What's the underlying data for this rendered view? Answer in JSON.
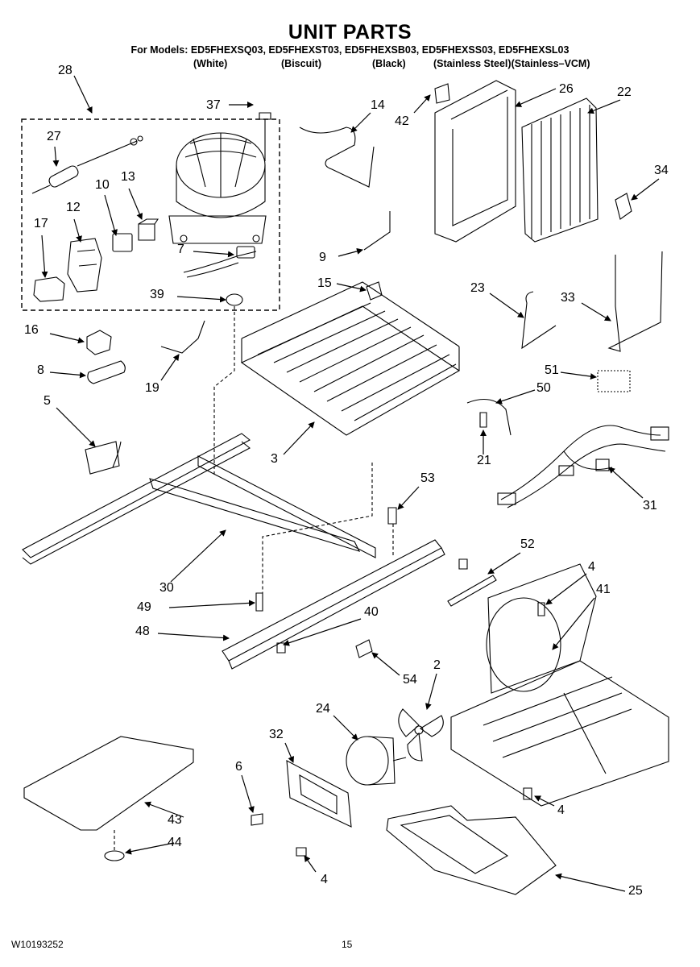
{
  "header": {
    "title": "UNIT PARTS",
    "models_line": "For Models: ED5FHEXSQ03, ED5FHEXST03, ED5FHEXSB03, ED5FHEXSS03, ED5FHEXSL03",
    "variants": [
      "(White)",
      "(Biscuit)",
      "(Black)",
      "(Stainless Steel)(Stainless–VCM)"
    ]
  },
  "callouts": [
    "28",
    "37",
    "14",
    "42",
    "26",
    "22",
    "27",
    "10",
    "13",
    "34",
    "12",
    "17",
    "7",
    "9",
    "15",
    "39",
    "23",
    "33",
    "16",
    "19",
    "8",
    "51",
    "50",
    "5",
    "3",
    "21",
    "31",
    "53",
    "30",
    "52",
    "4",
    "41",
    "49",
    "40",
    "48",
    "54",
    "2",
    "24",
    "32",
    "6",
    "43",
    "44",
    "4",
    "4",
    "25"
  ],
  "footer": {
    "doc_number": "W10193252",
    "page_number": "15"
  }
}
